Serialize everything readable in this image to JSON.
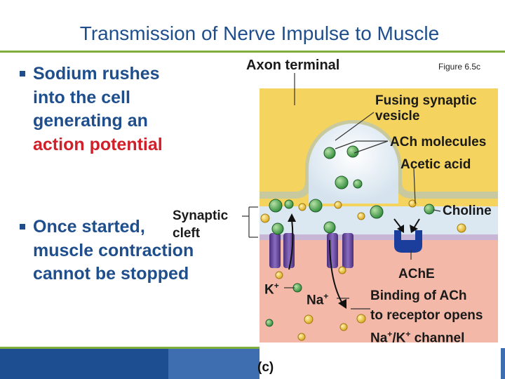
{
  "title": "Transmission of Nerve Impulse to Muscle",
  "figure_ref": "Figure 6.5c",
  "bullets": {
    "first_black": "Sodium rushes into the cell generating an",
    "first_red": "action potential",
    "second": "Once started, muscle contraction cannot be stopped"
  },
  "labels": {
    "axon_terminal": "Axon terminal",
    "fusing_vesicle": "Fusing synaptic vesicle",
    "ach_molecules": "ACh molecules",
    "acetic_acid": "Acetic acid",
    "choline": "Choline",
    "synaptic_line1": "Synaptic",
    "synaptic_line2": "cleft",
    "ache": "AChE",
    "k_base": "K",
    "na_base": "Na",
    "charge_plus": "+",
    "binding_line1": "Binding of ACh",
    "binding_line2": "to receptor opens",
    "binding_line3_na": "Na",
    "binding_line3_slash": "/K",
    "binding_line3_end": "channel"
  },
  "caption": "(c)",
  "colors": {
    "title": "#1f4e8c",
    "accent_rule": "#7fae3a",
    "highlight": "#d0202a",
    "axon": "#f4d35e",
    "cleft": "#dbe8f1",
    "muscle": "#f3b8a7",
    "channel": "#6a4a9a",
    "receptor": "#1b3e9c",
    "ach": "#4aa64f",
    "choline": "#f1c232"
  }
}
